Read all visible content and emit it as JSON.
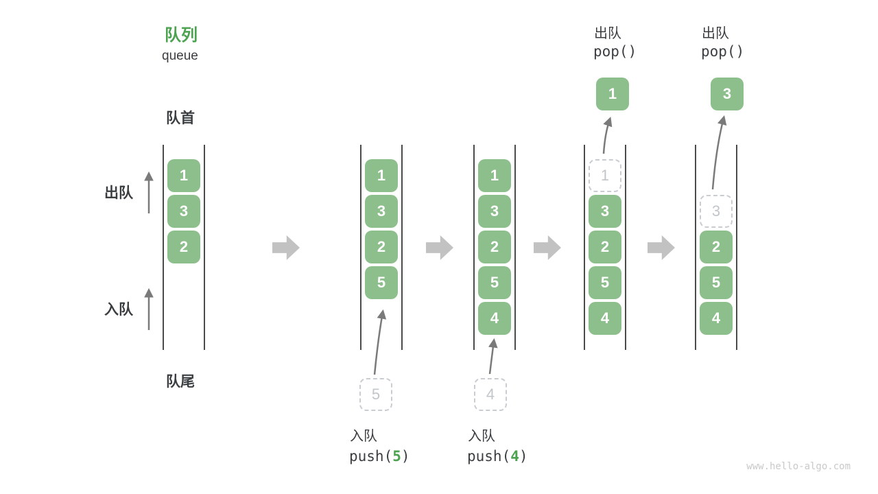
{
  "title": {
    "zh": "队列",
    "en": "queue"
  },
  "side_labels": {
    "front": "队首",
    "rear": "队尾",
    "dequeue": "出队",
    "enqueue": "入队"
  },
  "states": [
    {
      "cells": [
        "1",
        "3",
        "2"
      ]
    },
    {
      "cells": [
        "1",
        "3",
        "2",
        "5"
      ],
      "pending": "5",
      "op": {
        "label": "入队",
        "call_pre": "push(",
        "call_arg": "5",
        "call_post": ")"
      }
    },
    {
      "cells": [
        "1",
        "3",
        "2",
        "5",
        "4"
      ],
      "pending": "4",
      "op": {
        "label": "入队",
        "call_pre": "push(",
        "call_arg": "4",
        "call_post": ")"
      }
    },
    {
      "ghost": "1",
      "cells": [
        "3",
        "2",
        "5",
        "4"
      ],
      "popped": "1",
      "op": {
        "label": "出队",
        "call": "pop()"
      }
    },
    {
      "ghost": "3",
      "cells": [
        "2",
        "5",
        "4"
      ],
      "popped": "3",
      "op": {
        "label": "出队",
        "call": "pop()"
      }
    }
  ],
  "watermark": "www.hello-algo.com",
  "colors": {
    "box_green": "#8dbf8d",
    "accent_green": "#4ba24f",
    "text_dark": "#3b3e41",
    "thin_arrow_gray": "#7a7a7a",
    "block_arrow_gray": "#c2c2c2",
    "dashed_gray": "#c9cdd1",
    "dashed_text": "#c2c6ca",
    "wall_gray": "#4a4a4a",
    "watermark_gray": "#c9c9c9"
  }
}
